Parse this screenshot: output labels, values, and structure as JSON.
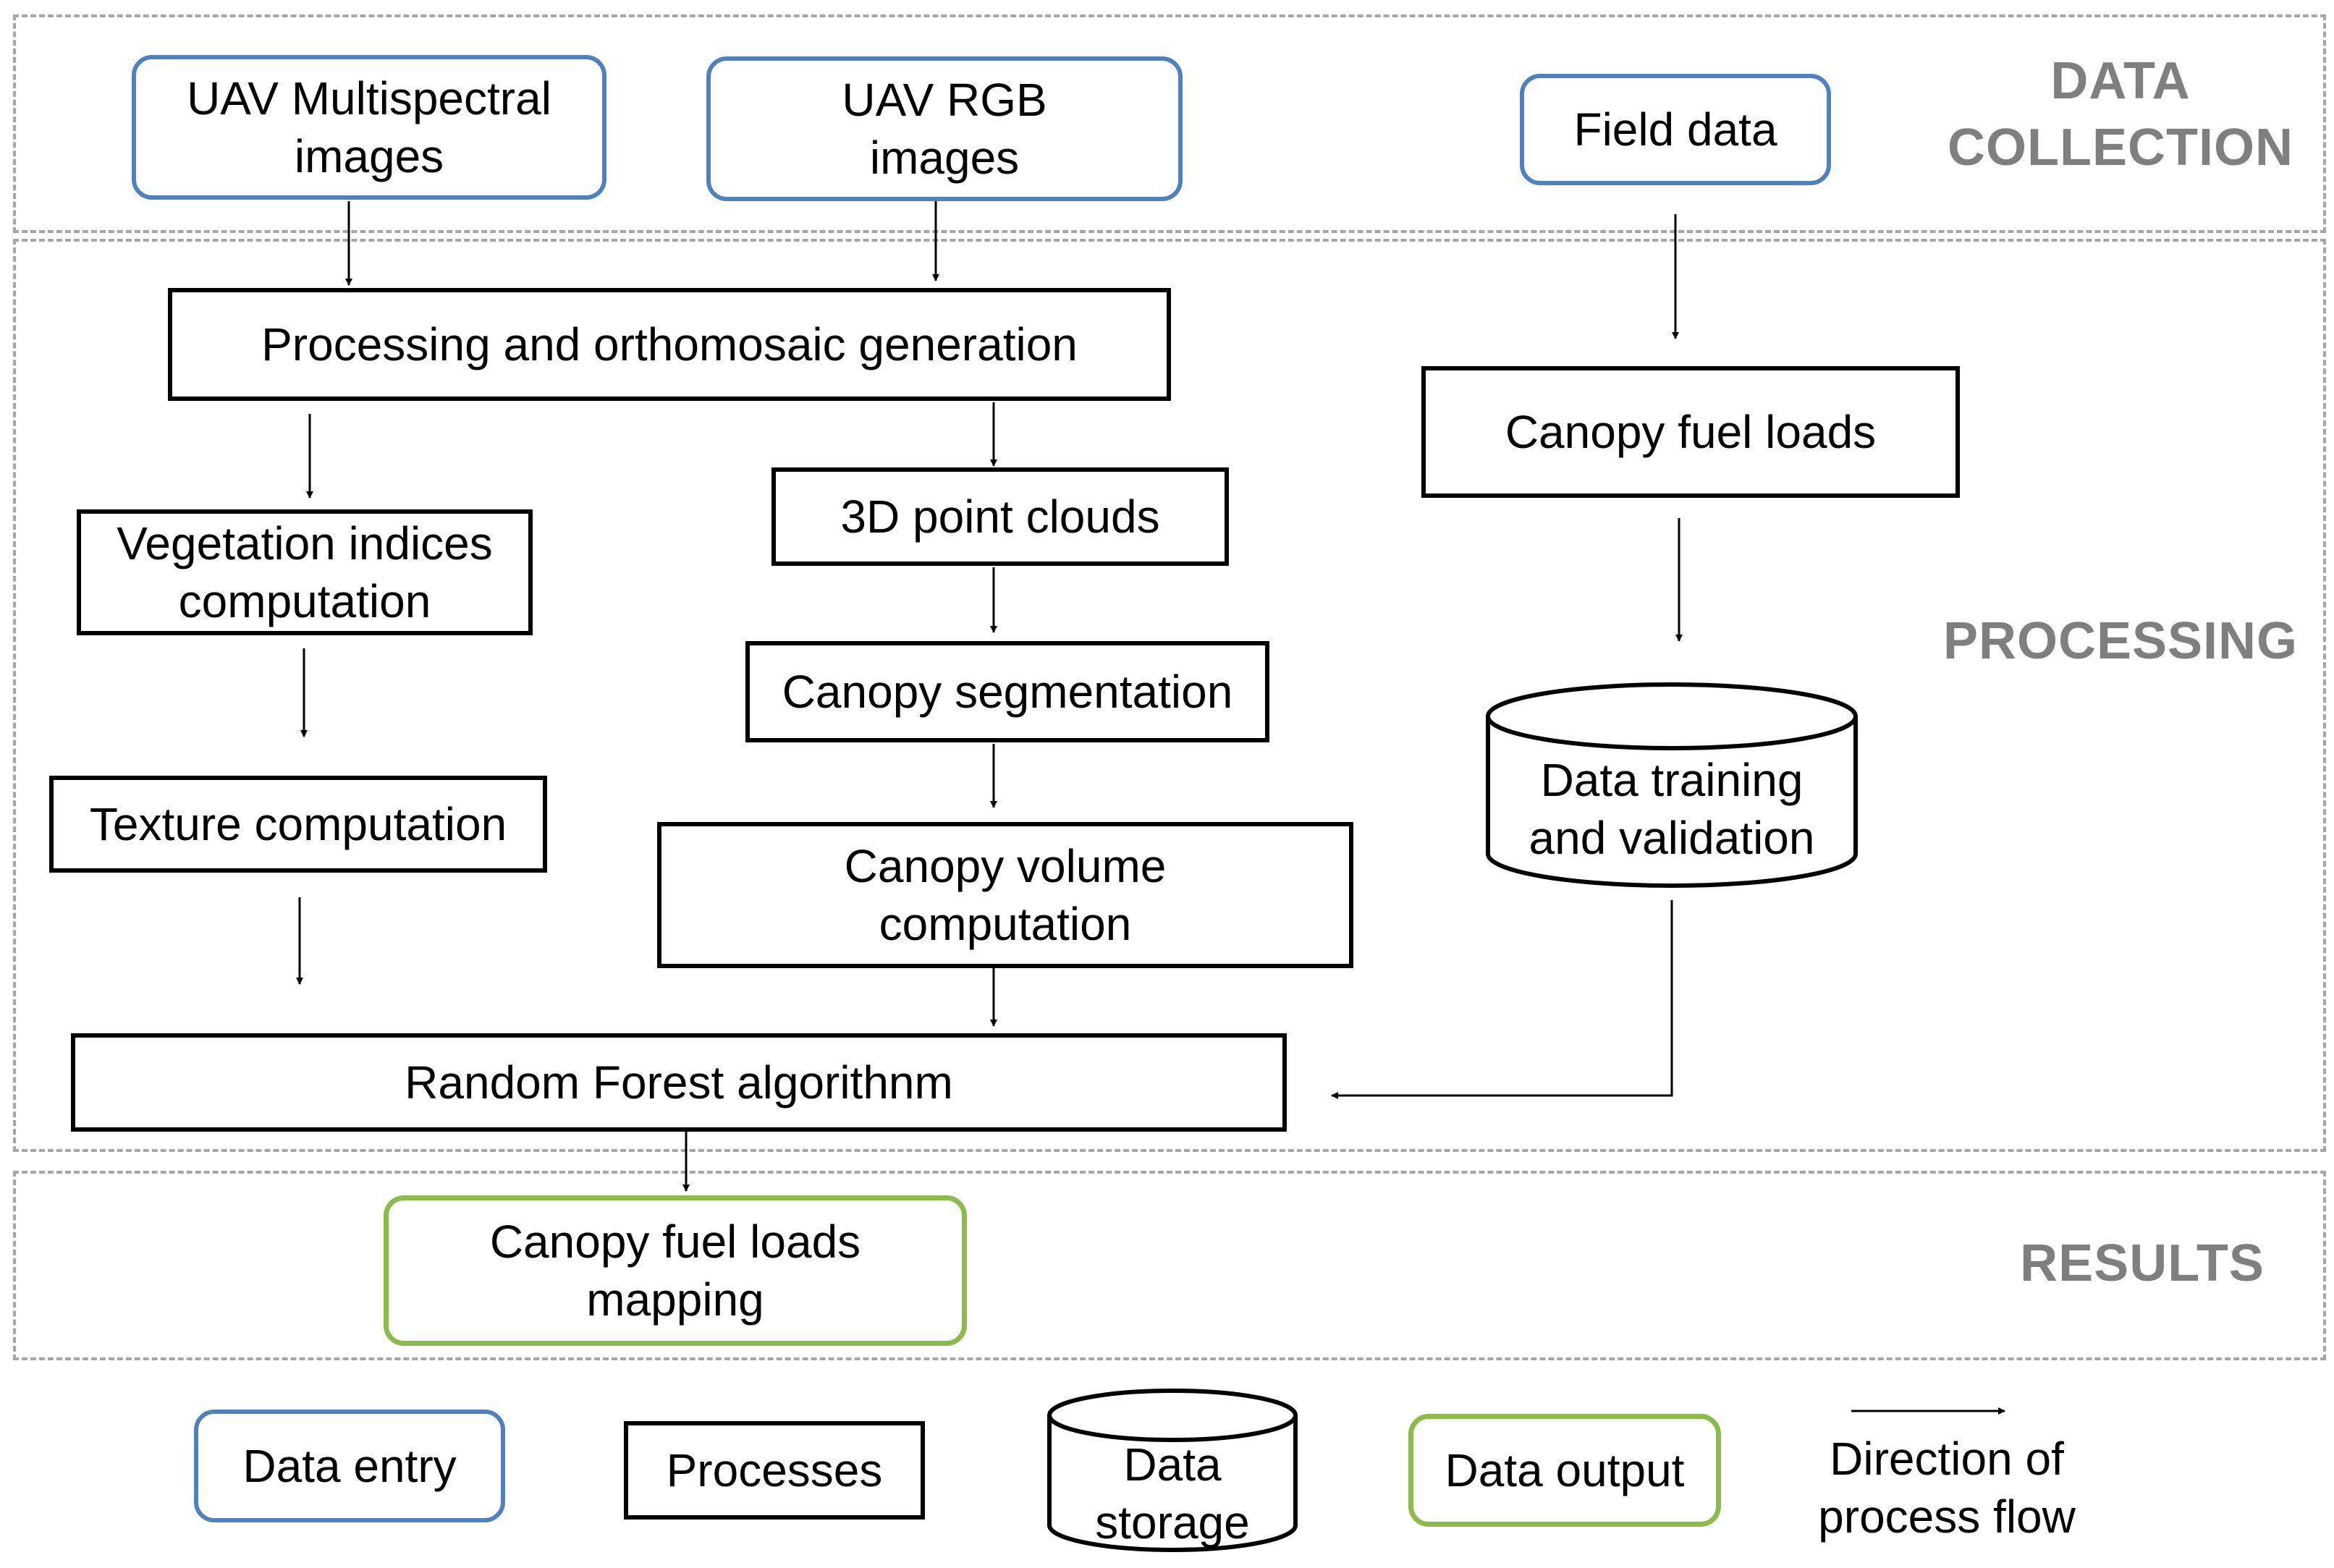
{
  "sections": {
    "data_collection": "DATA\nCOLLECTION",
    "processing": "PROCESSING",
    "results": "RESULTS"
  },
  "nodes": {
    "uav_multispectral": "UAV Multispectral\nimages",
    "uav_rgb": "UAV RGB\nimages",
    "field_data": "Field data",
    "orthomosaic": "Processing and orthomosaic generation",
    "vegetation_indices": "Vegetation indices\ncomputation",
    "point_clouds": "3D point clouds",
    "canopy_segmentation": "Canopy segmentation",
    "texture": "Texture computation",
    "canopy_volume": "Canopy volume\ncomputation",
    "canopy_fuel_loads": "Canopy fuel loads",
    "data_training": "Data training\nand validation",
    "random_forest": "Random Forest algorithnm",
    "fuel_loads_mapping": "Canopy fuel loads\nmapping"
  },
  "legend": {
    "data_entry": "Data entry",
    "processes": "Processes",
    "data_storage": "Data\nstorage",
    "data_output": "Data output",
    "direction": "Direction of\nprocess flow"
  },
  "colors": {
    "entry_border": "#4f81bd",
    "output_border": "#8dbb4b",
    "section_title": "#7f7f7f",
    "section_border": "#a6a6a6",
    "connector": "#000000"
  }
}
